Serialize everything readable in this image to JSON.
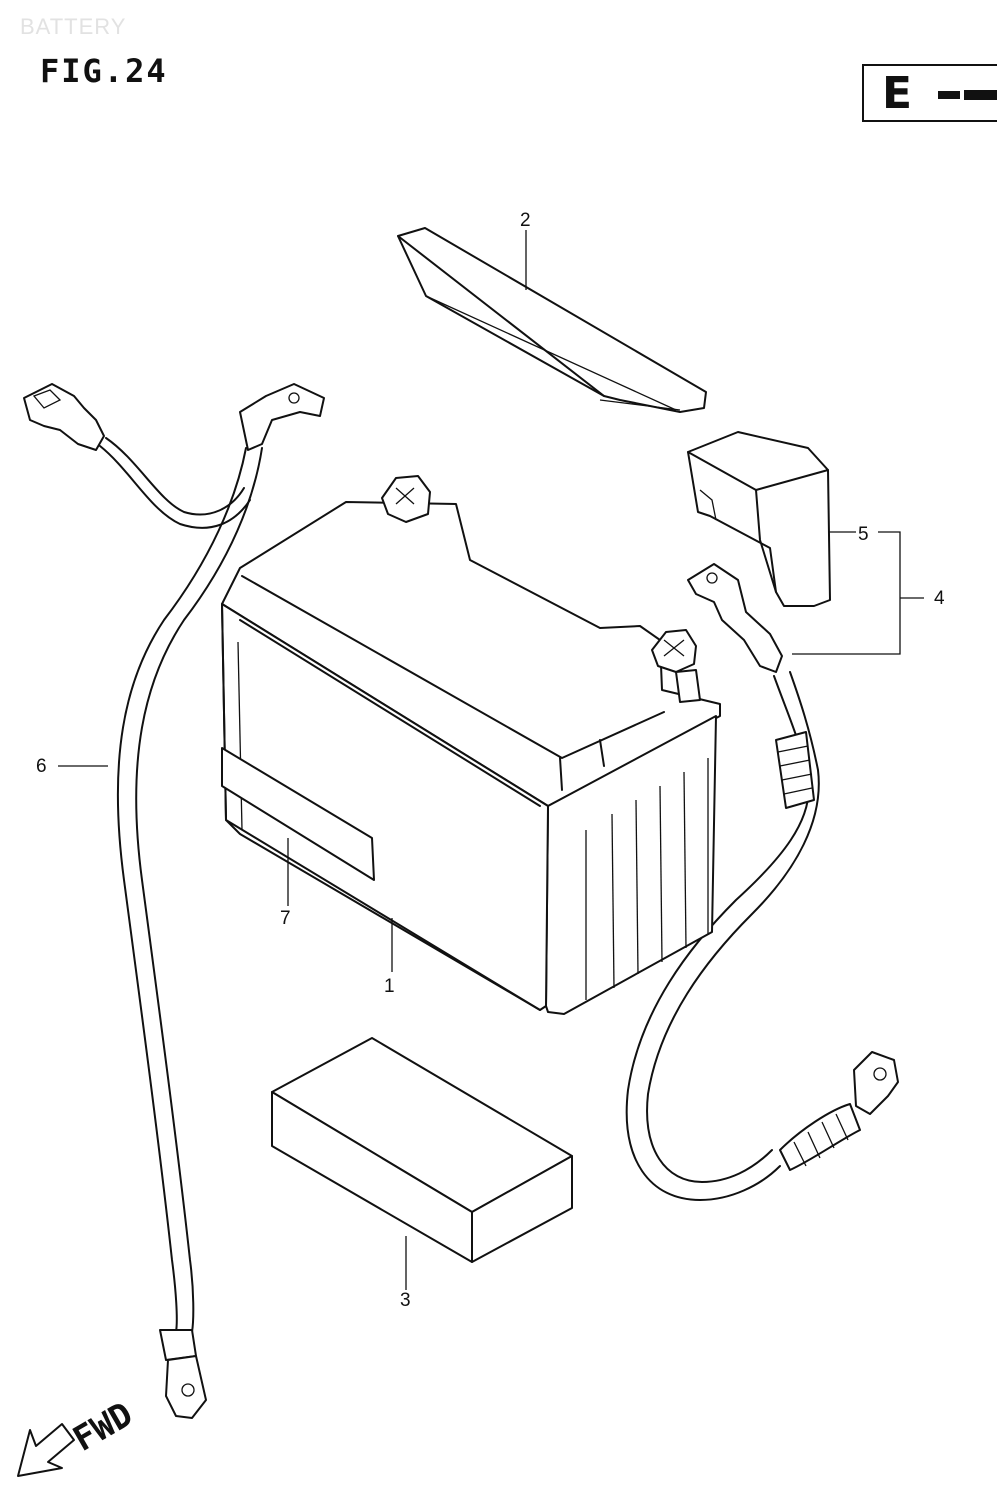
{
  "header": {
    "watermark": "BATTERY",
    "figure_label": "FIG.24",
    "region_code": "E"
  },
  "direction_label": "FWD",
  "callouts": [
    {
      "id": "1",
      "label": "1"
    },
    {
      "id": "2",
      "label": "2"
    },
    {
      "id": "3",
      "label": "3"
    },
    {
      "id": "4",
      "label": "4"
    },
    {
      "id": "5",
      "label": "5"
    },
    {
      "id": "6",
      "label": "6"
    },
    {
      "id": "7",
      "label": "7"
    }
  ]
}
